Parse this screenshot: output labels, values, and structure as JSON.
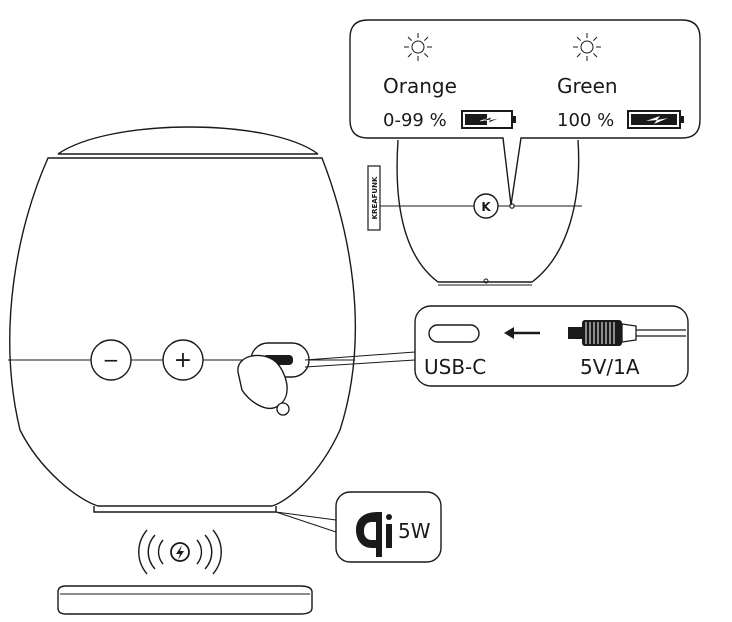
{
  "led_panel": {
    "orange": {
      "color_name": "Orange",
      "range": "0-99 %",
      "charge_level": 0.5
    },
    "green": {
      "color_name": "Green",
      "range": "100 %",
      "charge_level": 1.0
    }
  },
  "speaker_small": {
    "brand_side": "KREAFUNK",
    "badge_letter": "K"
  },
  "buttons": {
    "minus": "−",
    "plus": "+"
  },
  "port_panel": {
    "port_label": "USB-C",
    "rating": "5V/1A"
  },
  "wireless_panel": {
    "power": "5W",
    "logo_icon": "qi-logo-icon"
  },
  "colors": {
    "ink": "#1a1a1a",
    "background": "#ffffff"
  }
}
